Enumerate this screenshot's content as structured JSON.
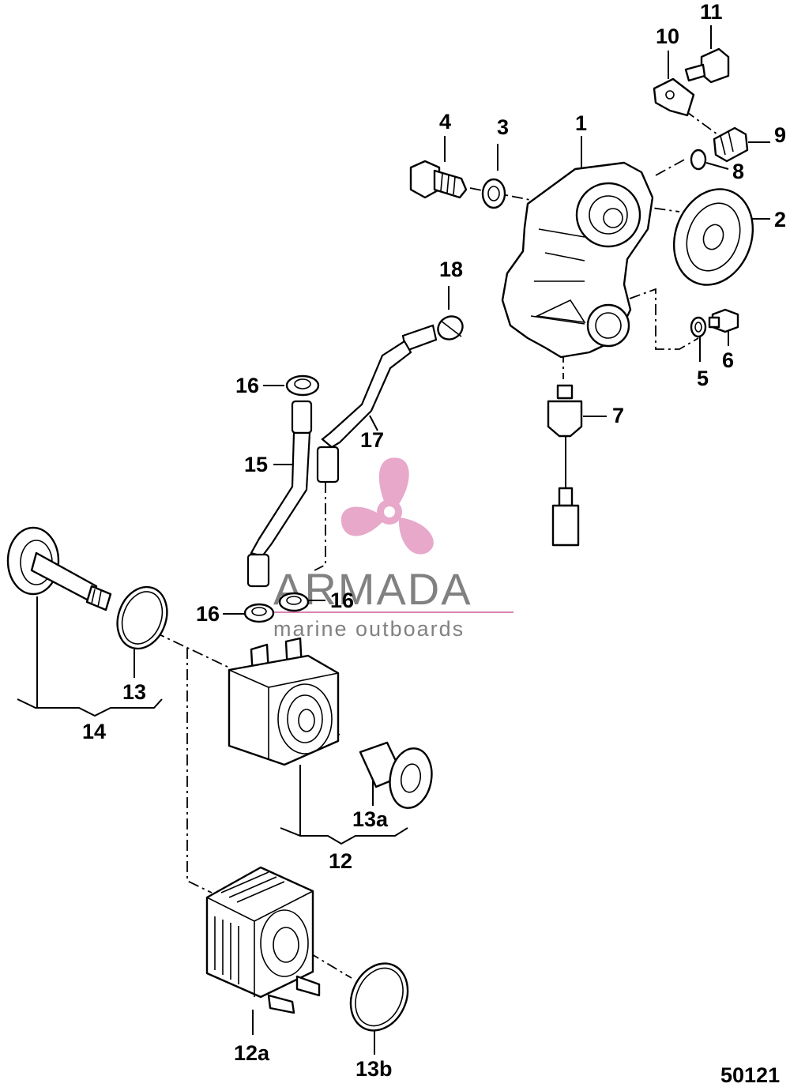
{
  "figure_id": "50121",
  "watermark": {
    "brand": "ARMADA",
    "tagline": "marine outboards",
    "colors": {
      "logo": "#e6a4c8",
      "text": "#7b7b7b",
      "rule": "#d67fb0"
    }
  },
  "callouts": {
    "c1": "1",
    "c2": "2",
    "c3": "3",
    "c4": "4",
    "c5": "5",
    "c6": "6",
    "c7": "7",
    "c8": "8",
    "c9": "9",
    "c10": "10",
    "c11": "11",
    "c12": "12",
    "c12a": "12a",
    "c13": "13",
    "c13a": "13a",
    "c13b": "13b",
    "c14": "14",
    "c15": "15",
    "c16a": "16",
    "c16b": "16",
    "c16c": "16",
    "c17": "17",
    "c18": "18"
  }
}
